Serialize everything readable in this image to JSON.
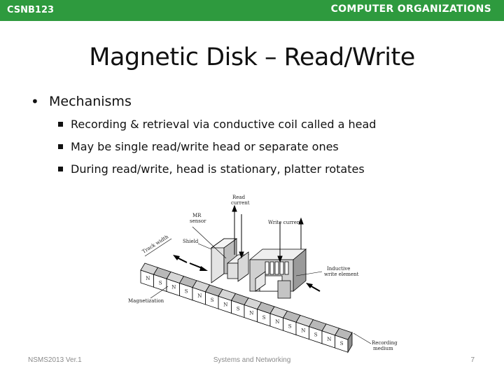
{
  "header": {
    "course_code": "CSNB123",
    "course_title": "COMPUTER ORGANIZATIONS",
    "bar_color": "#2e9a3e"
  },
  "slide": {
    "title": "Magnetic Disk – Read/Write",
    "bullet": "Mechanisms",
    "sub_bullets": [
      "Recording & retrieval via conductive coil called a head",
      "May be single read/write head or separate ones",
      "During read/write, head is stationary, platter rotates"
    ]
  },
  "diagram": {
    "labels": {
      "read_current": [
        "Read",
        "current"
      ],
      "mr_sensor": [
        "MR",
        "sensor"
      ],
      "write_current": "Write current",
      "shield": "Shield",
      "track_width": "Track width",
      "inductive_write_element": [
        "Inductive",
        "write element"
      ],
      "magnetization": "Magnetization",
      "recording_medium": [
        "Recording",
        "medium"
      ]
    },
    "pole_letters": [
      "N",
      "S",
      "N",
      "S",
      "N",
      "S",
      "N",
      "S",
      "N",
      "S",
      "N",
      "S",
      "N",
      "S",
      "N",
      "S"
    ]
  },
  "footer": {
    "left": "NSMS2013 Ver.1",
    "center": "Systems and Networking",
    "page": "7"
  }
}
